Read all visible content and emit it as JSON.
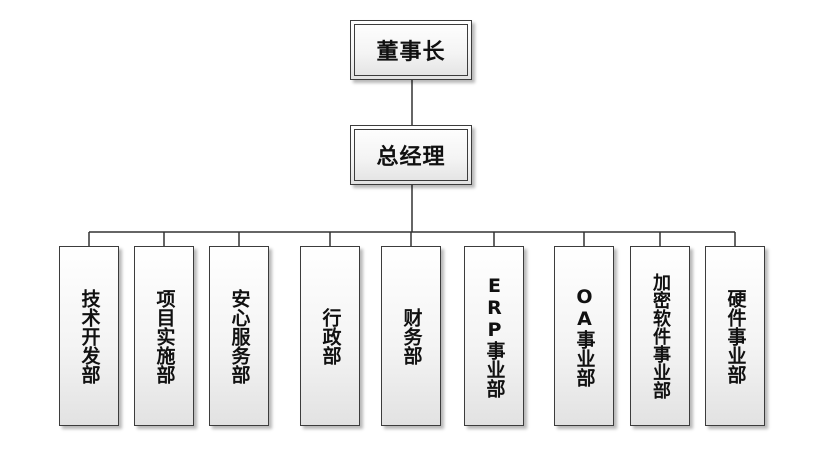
{
  "chairman": "董事长",
  "general_manager": "总经理",
  "departments": [
    {
      "label": "技术开发部"
    },
    {
      "label": "项目实施部"
    },
    {
      "label": "安心服务部"
    },
    {
      "label": "行政部"
    },
    {
      "label": "财务部"
    },
    {
      "label": "ERP事业部"
    },
    {
      "label": "OA事业部"
    },
    {
      "label": "加密软件事业部"
    },
    {
      "label": "硬件事业部"
    }
  ]
}
